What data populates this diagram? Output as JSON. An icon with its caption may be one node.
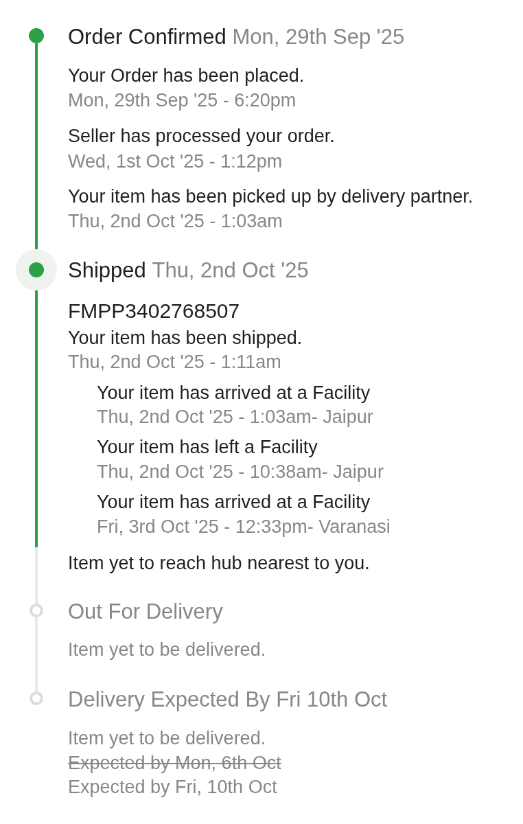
{
  "diagram": {
    "nodes": [
      {
        "text": [],
        "shape": "circle",
        "beside": [
          "Order Confirmed",
          "Mon, 29th Sep '25",
          "Your Order has been placed.",
          "Mon, 29th Sep '25 - 6:20pm",
          "Seller has processed your order.",
          "Wed, 1st Oct '25 - 1:12pm",
          "Your item has been picked up by delivery partner.",
          "Thu, 2nd Oct '25 - 1:03am"
        ]
      },
      {
        "text": [],
        "shape": "circle",
        "beside": [
          "Shipped",
          "Thu, 2nd Oct '25",
          "FMPP3402768507",
          "Your item has been shipped.",
          "Thu, 2nd Oct '25 - 1:11am",
          "Your item has arrived at a Facility",
          "Thu, 2nd Oct '25 - 1:03am- Jaipur",
          "Your item has left a Facility",
          "Thu, 2nd Oct '25 - 10:38am- Jaipur",
          "Your item has arrived at a Facility",
          "Fri, 3rd Oct '25 - 12:33pm- Varanasi",
          "Item yet to reach hub nearest to you."
        ]
      },
      {
        "text": [],
        "shape": "circle",
        "beside": [
          "Out For Delivery",
          "Item yet to be delivered."
        ]
      },
      {
        "text": [],
        "shape": "circle",
        "beside": [
          "Delivery Expected By Fri 10th Oct",
          "Item yet to be delivered.",
          "Expected by Mon, 6th Oct",
          "Expected by Fri, 10th Oct"
        ]
      }
    ],
    "edges": [
      {
        "from": 0,
        "to": 1,
        "arrow": "none"
      },
      {
        "from": 1,
        "to": 2,
        "arrow": "none"
      },
      {
        "from": 2,
        "to": 3,
        "arrow": "none",
        "color": "#e8e8e8"
      }
    ]
  }
}
